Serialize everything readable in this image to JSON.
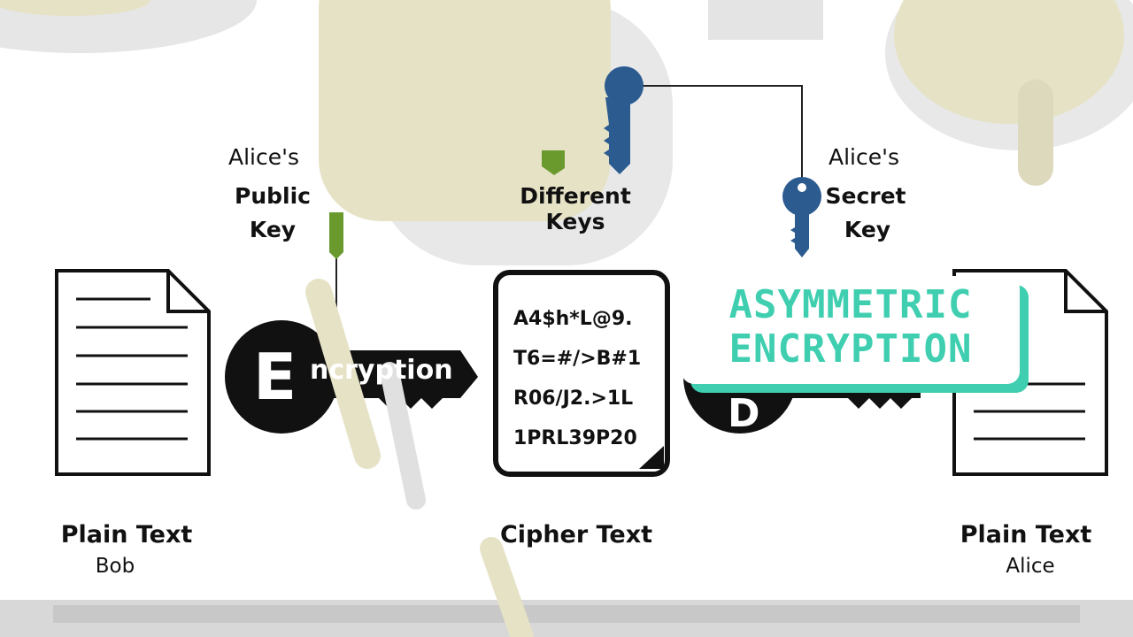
{
  "diagram": {
    "left_doc": {
      "title": "Plain Text",
      "owner": "Bob"
    },
    "right_doc": {
      "title": "Plain Text",
      "owner": "Alice"
    },
    "cipher": {
      "title": "Cipher Text",
      "lines": [
        "A4$h*L@9.",
        "T6=#/>B#1",
        "R06/J2.>1L",
        "1PRL39P20"
      ]
    },
    "public_key": {
      "owner": "Alice's",
      "line1": "Public",
      "line2": "Key",
      "color": "#6a9a2e"
    },
    "secret_key": {
      "owner": "Alice's",
      "line1": "Secret",
      "line2": "Key",
      "color": "#2b5b8f"
    },
    "center_label": "Different Keys",
    "encrypt_key": {
      "letter": "E",
      "rest": "ncryption"
    },
    "decrypt_key": {
      "letter": "D"
    }
  },
  "banner": {
    "line1": "ASYMMETRIC",
    "line2": "ENCRYPTION",
    "color": "#3fcfb0"
  }
}
